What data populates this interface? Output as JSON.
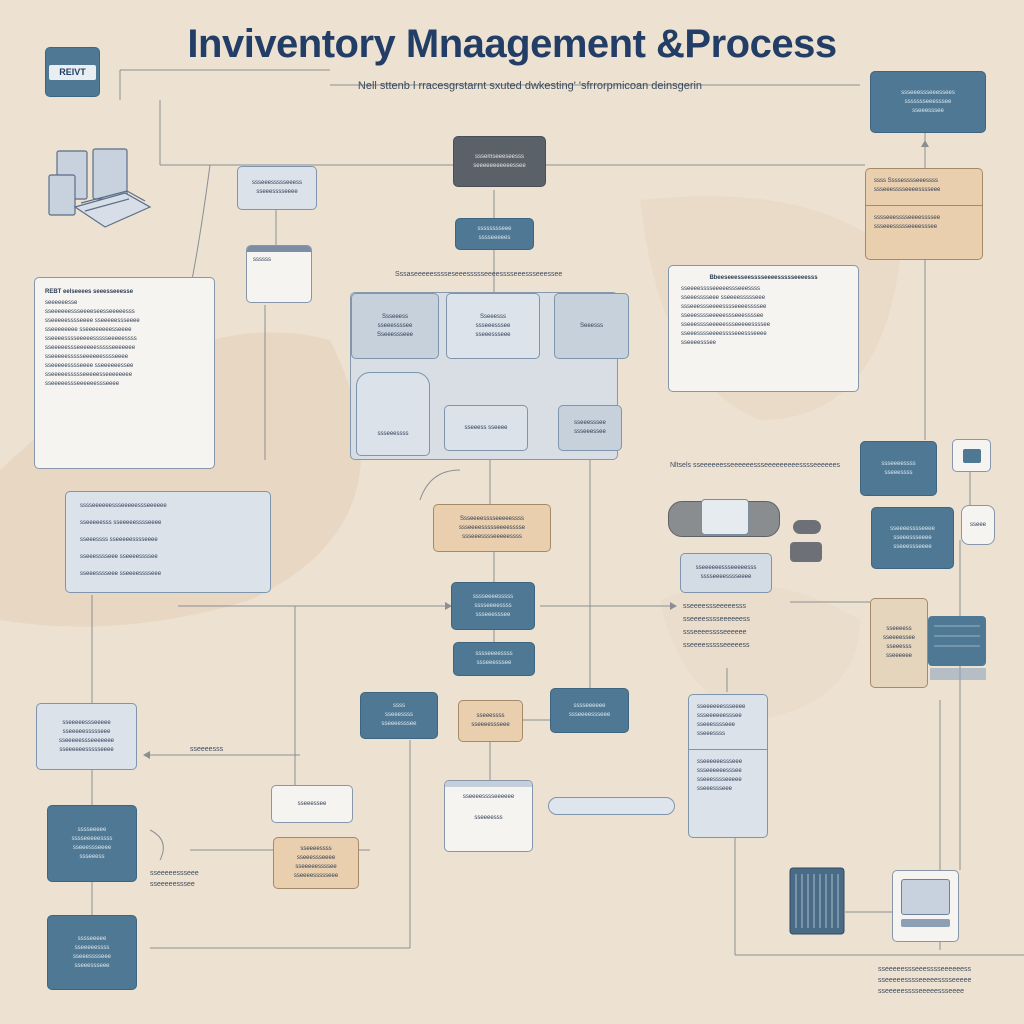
{
  "header": {
    "title": "Inviventory Mnaagement &Process",
    "subtitle": "Nell sttenb l rracesgrstarnt sxuted dwkesting' 'sfrrorpmicoan deinsgerin"
  },
  "badge": {
    "label": "REIVT"
  },
  "boxes": {
    "top_center": {
      "lines": [
        "sssemseeeseesss",
        "seeeeeeeeeeessee"
      ]
    },
    "top_right": {
      "lines": [
        "ssseeessseeessees",
        "ssssssseeesssee",
        "sseeesssee"
      ]
    },
    "left_small": {
      "lines": [
        "ssseeessssseeess",
        "sseeesssseeee"
      ]
    },
    "left_card": {
      "lines": [
        "ssssss"
      ]
    },
    "mid_blue": {
      "lines": [
        "sssssssseee",
        "sssseeeees"
      ]
    },
    "right_tan": {
      "lines": [
        "ssss Ssssesssseeessss",
        "ssseeesssseeeesssseee",
        "sssseeesssseeeessssee",
        "ssseeessssseeeesssee"
      ]
    },
    "left_doc": {
      "title": "REBT eelseeees seeesseeesse",
      "lines": [
        "seeeeeesse",
        "sseeeeeessseeeeseesseeeeesss",
        "sseeeeesssseeee  sseeeeessseeee",
        "sseeeeeeee  sseeeeeeeesseeee",
        "sseeeesssseeeeessssseeeeessss",
        "sseeeeessseeeeeessssseeeeeee",
        "sseeeeessssseeeeeesssseeee",
        "sseeeeesssseeee sseeeeeessee",
        "sseeeeessssseeeeesseeeeeeee",
        "sseeeeessseeeeeessseeee"
      ]
    },
    "right_doc": {
      "title": "Bbeeseeesseesssseeeessssseeeesss",
      "lines": [
        "sseeeesssseeeeessseeessss",
        "sseeesssseee sseeeessssseee",
        "ssseeessseeeesssseeeessssee",
        "sseeesssseeeeessseeessssee",
        "sseeesssseeeeessseeeeessssee",
        "sseeesssseeeesssseeessseeee",
        "sseeeesssee"
      ]
    },
    "center_panel": {
      "caption": "Sssaseeeeesssseseeessssseeeesssseeessseeessee"
    },
    "cp_a": {
      "lines": [
        "Ssseeess",
        "sseeessssee",
        "Sseeessseee"
      ]
    },
    "cp_b": {
      "lines": [
        "Sseeesss",
        "ssseeesssee",
        "sseeessseee"
      ]
    },
    "cp_c": {
      "lines": [
        "Seeesss"
      ]
    },
    "cp_d": {
      "lines": [
        "ssseeessss"
      ]
    },
    "cp_e": {
      "lines": [
        "sseeess sseeee"
      ]
    },
    "cp_f": {
      "lines": [
        "sseeesssee",
        "ssseeessee"
      ]
    },
    "right_blue_small": {
      "lines": [
        "ssseeeessss",
        "sseeessss"
      ]
    },
    "mid_left_panel": {
      "lines": [
        "sssseeeeeessseeeeessseeeeee",
        "sseeeeesss sseeeeesssseeee",
        "sseeessss sseeeeesssseeee",
        "sseeesssseee  sseeeessssee",
        "sseeesssseee  sseeeesssseee"
      ]
    },
    "mid_tan": {
      "lines": [
        "Ssseeeesssseeeeessss",
        "ssseeeessssseeeesssse",
        "ssseeesssseeeeessss"
      ]
    },
    "center_blue_1": {
      "lines": [
        "sssseeeesssss",
        "sssseeeessss",
        "ssseeesssee"
      ]
    },
    "center_blue_2": {
      "lines": [
        "sssseeeessss",
        "ssseeesssee"
      ]
    },
    "right_blue_mid": {
      "lines": [
        "sseeeesssseeee",
        "sseeessseeee",
        "sseeessseeee"
      ]
    },
    "right_light_mid": {
      "lines": [
        "sseeeeeessseeeeesss",
        "sssseeeesssseeee"
      ]
    },
    "left_light_mid": {
      "lines": [
        "sseeeeessseeeee",
        "sseeeeessssseee",
        "sseeeeessseeeeeee",
        "sseeeeeessssseeee"
      ]
    },
    "blue_a": {
      "lines": [
        "ssss",
        "sseeessss",
        "sseeeesssee"
      ]
    },
    "tan_a": {
      "lines": [
        "sseeessss",
        "sseeeessseee"
      ]
    },
    "blue_b": {
      "lines": [
        "sssseeeeee",
        "ssseeeessseee"
      ]
    },
    "right_tall": {
      "lines": [
        "sseeeeeessseeee",
        "ssseeeeeesssee",
        "sseeesssseee",
        "sseeessss",
        "sseeeeeessseee",
        "ssseeeeeesssee",
        "sseeesssseeeee",
        "sseeessseee"
      ]
    },
    "small_white": {
      "lines": [
        "sseeessee"
      ]
    },
    "tan_b": {
      "lines": [
        "sseeeessss",
        "sseeessseeee",
        "sseeeeessssee",
        "sseeeessssseee"
      ]
    },
    "monitor": {
      "lines": [
        "sseeeesssseeeeee",
        "sseeeesss"
      ]
    },
    "bl_blue_1": {
      "lines": [
        "sssseeeee",
        "sssseeeeessss",
        "sseeessseeee",
        "ssseeess"
      ]
    },
    "bl_blue_2": {
      "lines": [
        "sssseeeee",
        "sseeeeessss",
        "sseeesssseee",
        "sseeessseee"
      ]
    },
    "right_tan_tall": {
      "lines": [
        "sseeeess",
        "sseeeessee",
        "sseeesss",
        "sseeeeee"
      ]
    }
  },
  "free_text": {
    "right_caption": "Nltsels sseeeeeesseeeeeessseeeeeeeeesssseeeeees",
    "right_lines": [
      "sseeeessseeeeesss",
      "sseeeesssseeeeeess",
      "ssseeeesssseeeeee",
      "sseeeessssseeeeess"
    ],
    "bottom_left_lines": [
      "sseeeeessseee",
      "sseeeeesssee"
    ],
    "bottom_right_lines": [
      "sseeeeessseeesssseeeeeess",
      "sseeeeesssseeeeesssseeeee",
      "sseeeeesssseeeeessseeee"
    ],
    "label_1": "sseeeesss",
    "label_2": "sseee"
  },
  "colors": {
    "background": "#ede2d1",
    "title": "#233e66",
    "blue_box": "#4e7893",
    "tan_box": "#e9cfae",
    "light_box": "#dbe2ea",
    "wire": "#8b8e93"
  }
}
